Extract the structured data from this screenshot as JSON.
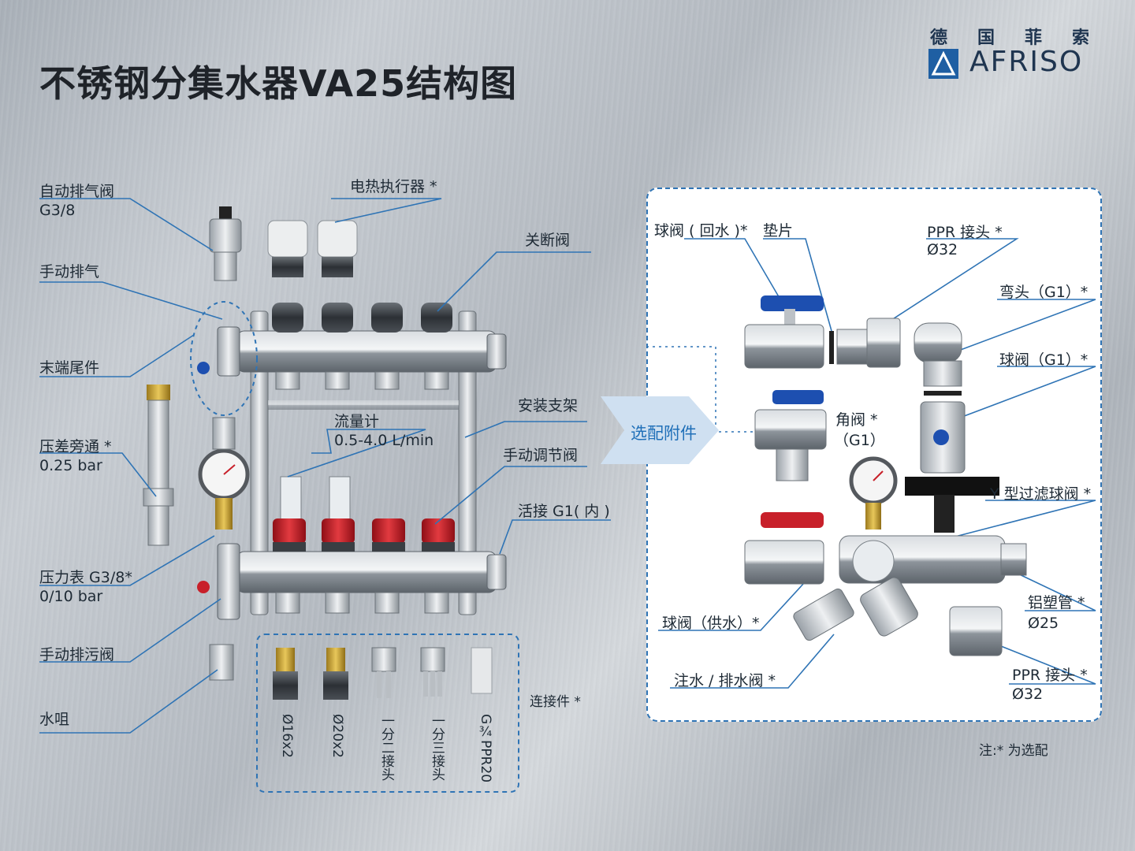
{
  "title": "不锈钢分集水器VA25结构图",
  "brand": {
    "cn": "德国菲索",
    "en": "AFRISO"
  },
  "left_labels": {
    "auto_air_vent": "自动排气阀",
    "auto_air_vent_size": "G3/8",
    "manual_vent": "手动排气",
    "end_fitting": "末端尾件",
    "bypass": "压差旁通 *",
    "bypass_value": "0.25 bar",
    "gauge": "压力表 G3/8*",
    "gauge_range": "0/10 bar",
    "drain": "手动排污阀",
    "nozzle": "水咀"
  },
  "center_labels": {
    "actuator": "电热执行器 *",
    "shutoff": "关断阀",
    "flowmeter": "流量计",
    "flowmeter_range": "0.5-4.0 L/min",
    "bracket": "安装支架",
    "manual_valve": "手动调节阀",
    "union": "活接 G1( 内 )"
  },
  "connectors": {
    "label": "连接件 *",
    "items": [
      "Ø16x2",
      "Ø20x2",
      "一分二接头",
      "一分三接头",
      "G¾PPR20"
    ]
  },
  "optional_tag": "选配附件",
  "right_labels": {
    "ball_return": "球阀 ( 回水 )*",
    "gasket": "垫片",
    "ppr_top": "PPR 接头 *",
    "ppr_top_size": "Ø32",
    "elbow": "弯头（G1）*",
    "ball_g1": "球阀（G1）*",
    "angle_valve": "角阀 *",
    "angle_valve_size": "（G1）",
    "y_filter": "Y 型过滤球阀 *",
    "ball_supply": "球阀（供水）*",
    "al_pipe": "铝塑管 *",
    "al_pipe_size": "Ø25",
    "fill_drain": "注水 / 排水阀 *",
    "ppr_bottom": "PPR 接头 *",
    "ppr_bottom_size": "Ø32"
  },
  "footnote": "注:* 为选配",
  "colors": {
    "accent_blue": "#1f6fb8",
    "red_knob": "#c8202a",
    "blue_handle": "#1d4fb0"
  }
}
